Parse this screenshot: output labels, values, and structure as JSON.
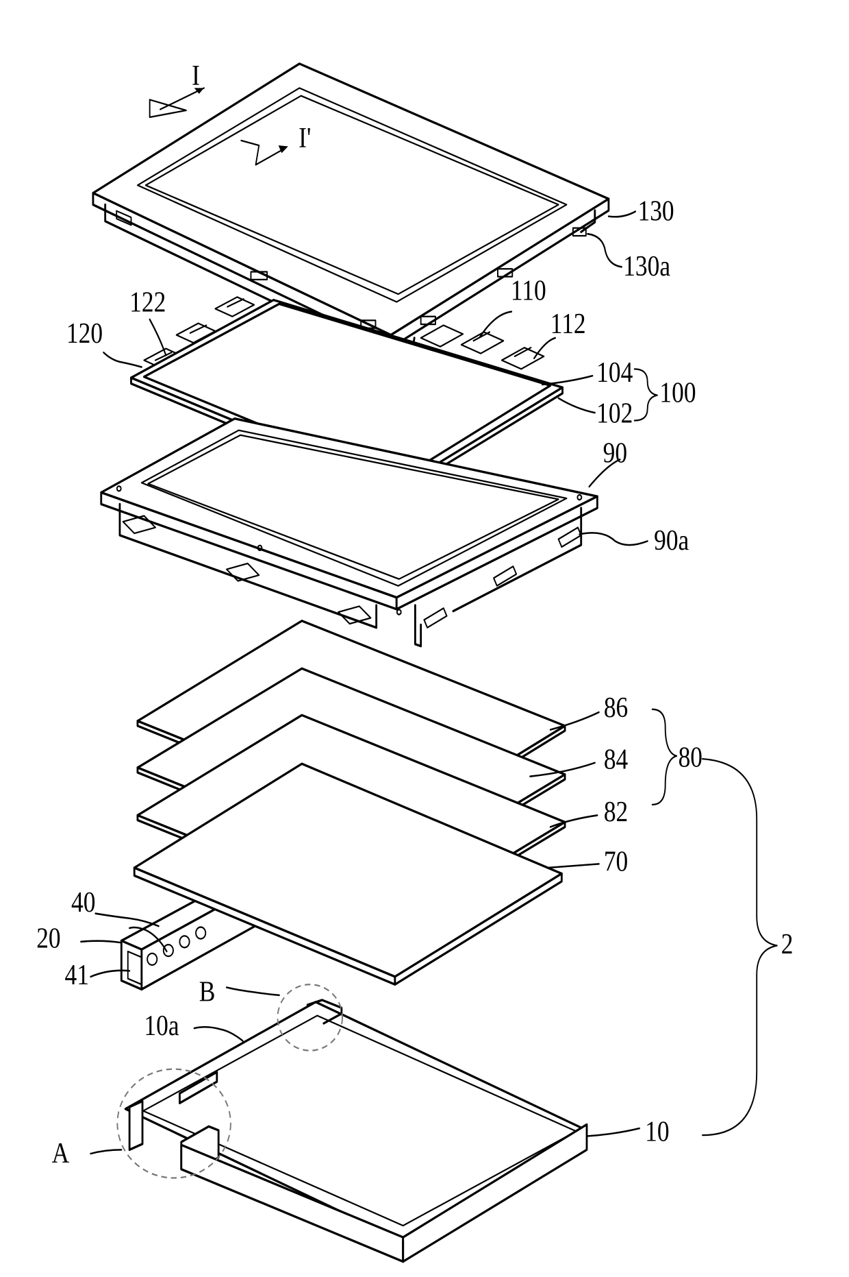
{
  "labels": {
    "section_start": "I",
    "section_end": "I'",
    "top_case": "130",
    "top_case_slot": "130a",
    "panel_assembly": "100",
    "upper_substrate": "104",
    "lower_substrate": "102",
    "tcp_right": "110",
    "driver_ic_right": "112",
    "tcp_left": "120",
    "driver_ic_left": "122",
    "support_frame": "90",
    "support_frame_hook": "90a",
    "optical_sheets": "80",
    "sheet_top": "86",
    "sheet_middle": "84",
    "sheet_bottom": "82",
    "light_guide_plate": "70",
    "backlight_unit": "2",
    "lamp_housing": "20",
    "lamps": "40",
    "lamp_holder": "41",
    "detail_a": "A",
    "detail_b": "B",
    "bottom_cover": "10",
    "bottom_cover_side": "10a"
  }
}
